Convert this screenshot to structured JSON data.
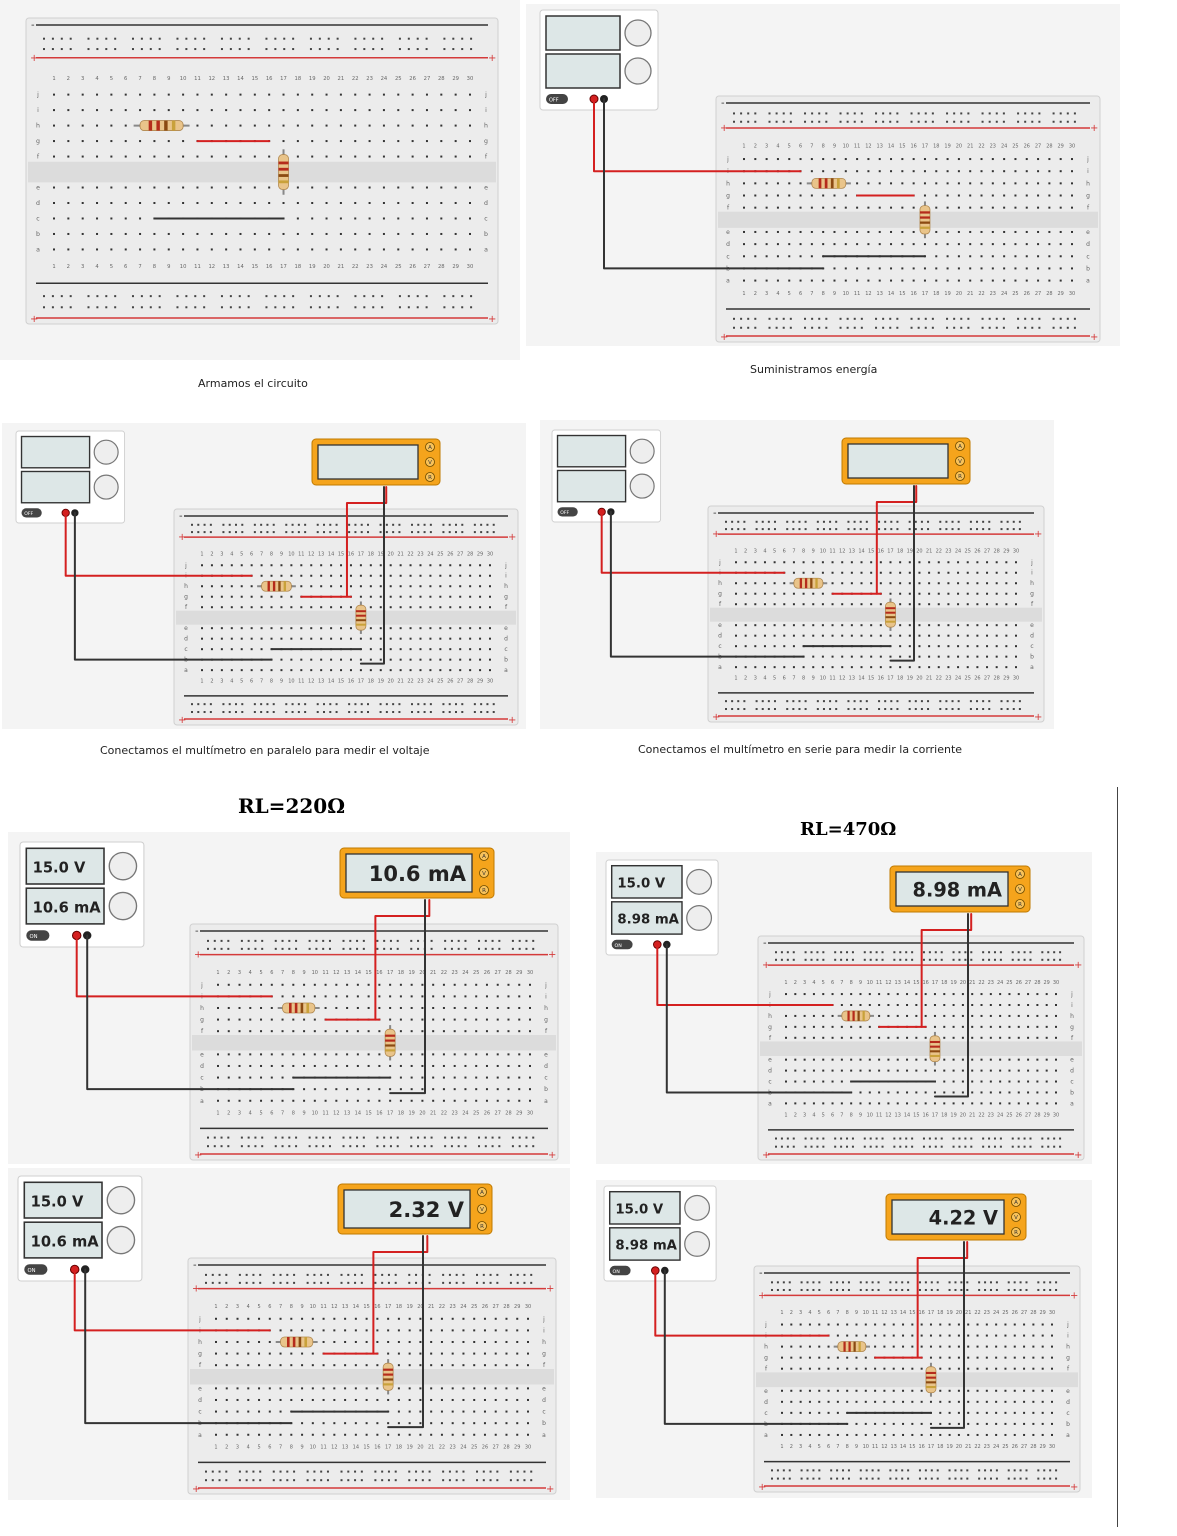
{
  "captions": {
    "p1": "Armamos el circuito",
    "p2": "Suministramos energía",
    "p3": "Conectamos el multímetro en paralelo para medir el voltaje",
    "p4": "Conectamos el multímetro en serie para medir la corriente"
  },
  "headings": {
    "left": "RL=220Ω",
    "right": "RL=470Ω"
  },
  "rows_top": [
    "j",
    "i",
    "h",
    "g",
    "f"
  ],
  "rows_bottom": [
    "e",
    "d",
    "c",
    "b",
    "a"
  ],
  "columns": 30,
  "psu_button_label": "OFF",
  "psu_button_label_on": "ON",
  "meter_modes": [
    "A",
    "V",
    "R"
  ],
  "panels": [
    {
      "id": "p1",
      "psu": false,
      "meter": false,
      "volts": "",
      "amps": "",
      "reading": ""
    },
    {
      "id": "p2",
      "psu": true,
      "meter": false,
      "volts": "",
      "amps": "",
      "reading": ""
    },
    {
      "id": "p3",
      "psu": true,
      "meter": true,
      "volts": "",
      "amps": "",
      "reading": ""
    },
    {
      "id": "p4",
      "psu": true,
      "meter": true,
      "volts": "",
      "amps": "",
      "reading": ""
    },
    {
      "id": "p5",
      "psu": true,
      "meter": true,
      "volts": "15.0 V",
      "amps": "10.6 mA",
      "reading": "10.6 mA"
    },
    {
      "id": "p6",
      "psu": true,
      "meter": true,
      "volts": "15.0 V",
      "amps": "10.6 mA",
      "reading": "2.32 V"
    },
    {
      "id": "p7",
      "psu": true,
      "meter": true,
      "volts": "15.0 V",
      "amps": "8.98 mA",
      "reading": "8.98 mA"
    },
    {
      "id": "p8",
      "psu": true,
      "meter": true,
      "volts": "15.0 V",
      "amps": "8.98 mA",
      "reading": "4.22 V"
    }
  ],
  "colors": {
    "wire_red": "#d42020",
    "wire_black": "#333333",
    "meter_orange": "#f5a41c",
    "rail_red": "#d43a3a",
    "board": "#ececec"
  }
}
